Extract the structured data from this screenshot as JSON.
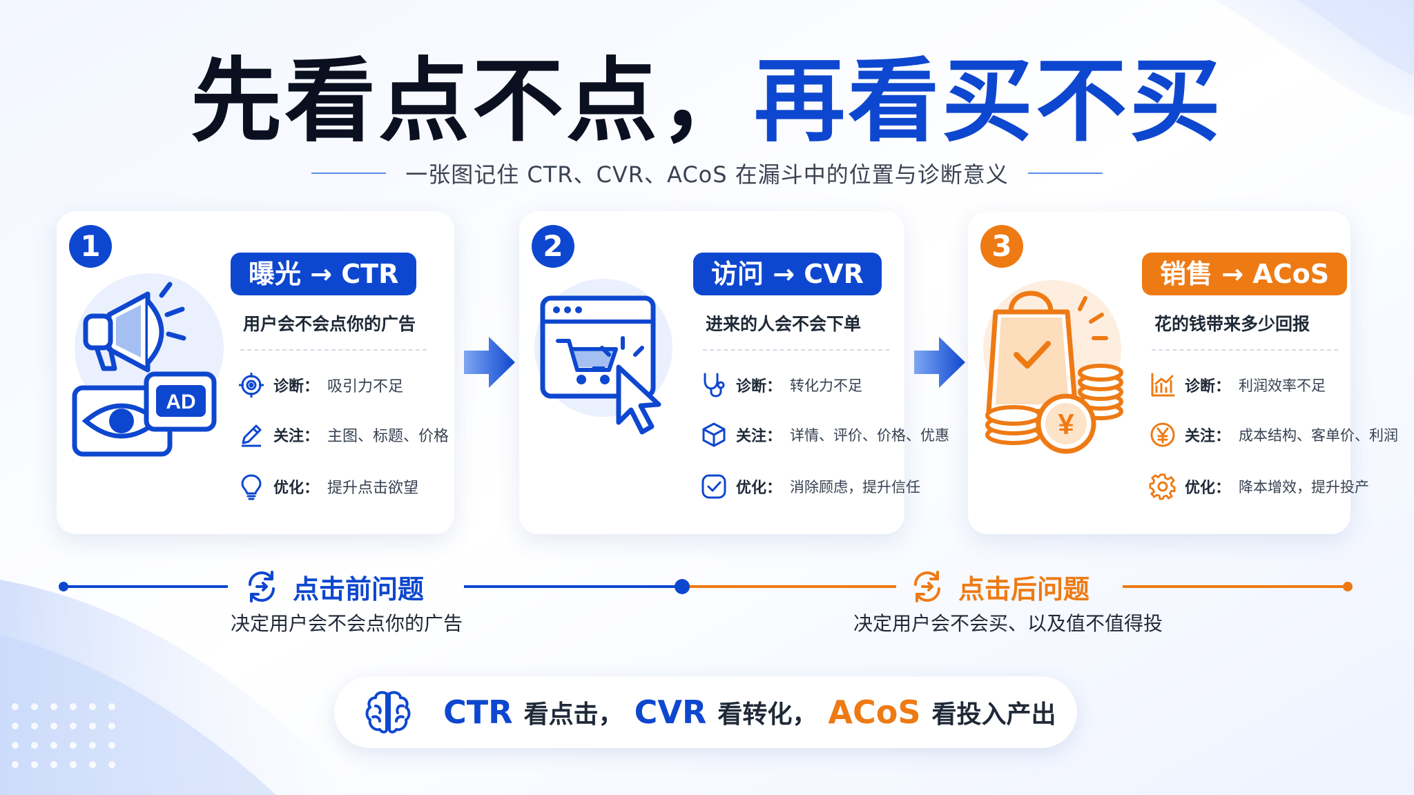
{
  "headline": {
    "part1": "先看点不点，",
    "part2": "再看买不买"
  },
  "subtitle": "一张图记住 CTR、CVR、ACoS 在漏斗中的位置与诊断意义",
  "cards": [
    {
      "number": "1",
      "stage": "曝光 → CTR",
      "question": "用户会不会点你的广告",
      "illustration_badge": "AD",
      "items": [
        {
          "icon": "target-icon",
          "key": "诊断：",
          "value": "吸引力不足"
        },
        {
          "icon": "pencil-icon",
          "key": "关注：",
          "value": "主图、标题、价格"
        },
        {
          "icon": "lightbulb-icon",
          "key": "优化：",
          "value": "提升点击欲望"
        }
      ]
    },
    {
      "number": "2",
      "stage": "访问 → CVR",
      "question": "进来的人会不会下单",
      "items": [
        {
          "icon": "stethoscope-icon",
          "key": "诊断：",
          "value": "转化力不足"
        },
        {
          "icon": "box-icon",
          "key": "关注：",
          "value": "详情、评价、价格、优惠"
        },
        {
          "icon": "check-icon",
          "key": "优化：",
          "value": "消除顾虑，提升信任"
        }
      ]
    },
    {
      "number": "3",
      "stage": "销售 → ACoS",
      "question": "花的钱带来多少回报",
      "illustration_badge": "¥",
      "items": [
        {
          "icon": "chart-icon",
          "key": "诊断：",
          "value": "利润效率不足"
        },
        {
          "icon": "yen-icon",
          "key": "关注：",
          "value": "成本结构、客单价、利润"
        },
        {
          "icon": "gear-icon",
          "key": "优化：",
          "value": "降本增效，提升投产"
        }
      ]
    }
  ],
  "timeline": {
    "before": {
      "title": "点击前问题",
      "note": "决定用户会不会点你的广告"
    },
    "after": {
      "title": "点击后问题",
      "note": "决定用户会不会买、以及值不值得投"
    }
  },
  "summary": {
    "m1": "CTR",
    "s1": "看点击，",
    "m2": "CVR",
    "s2": "看转化，",
    "m3": "ACoS",
    "s3": "看投入产出"
  },
  "colors": {
    "blue": "#0e47cf",
    "orange": "#ee7a14",
    "text": "#1f2937"
  }
}
